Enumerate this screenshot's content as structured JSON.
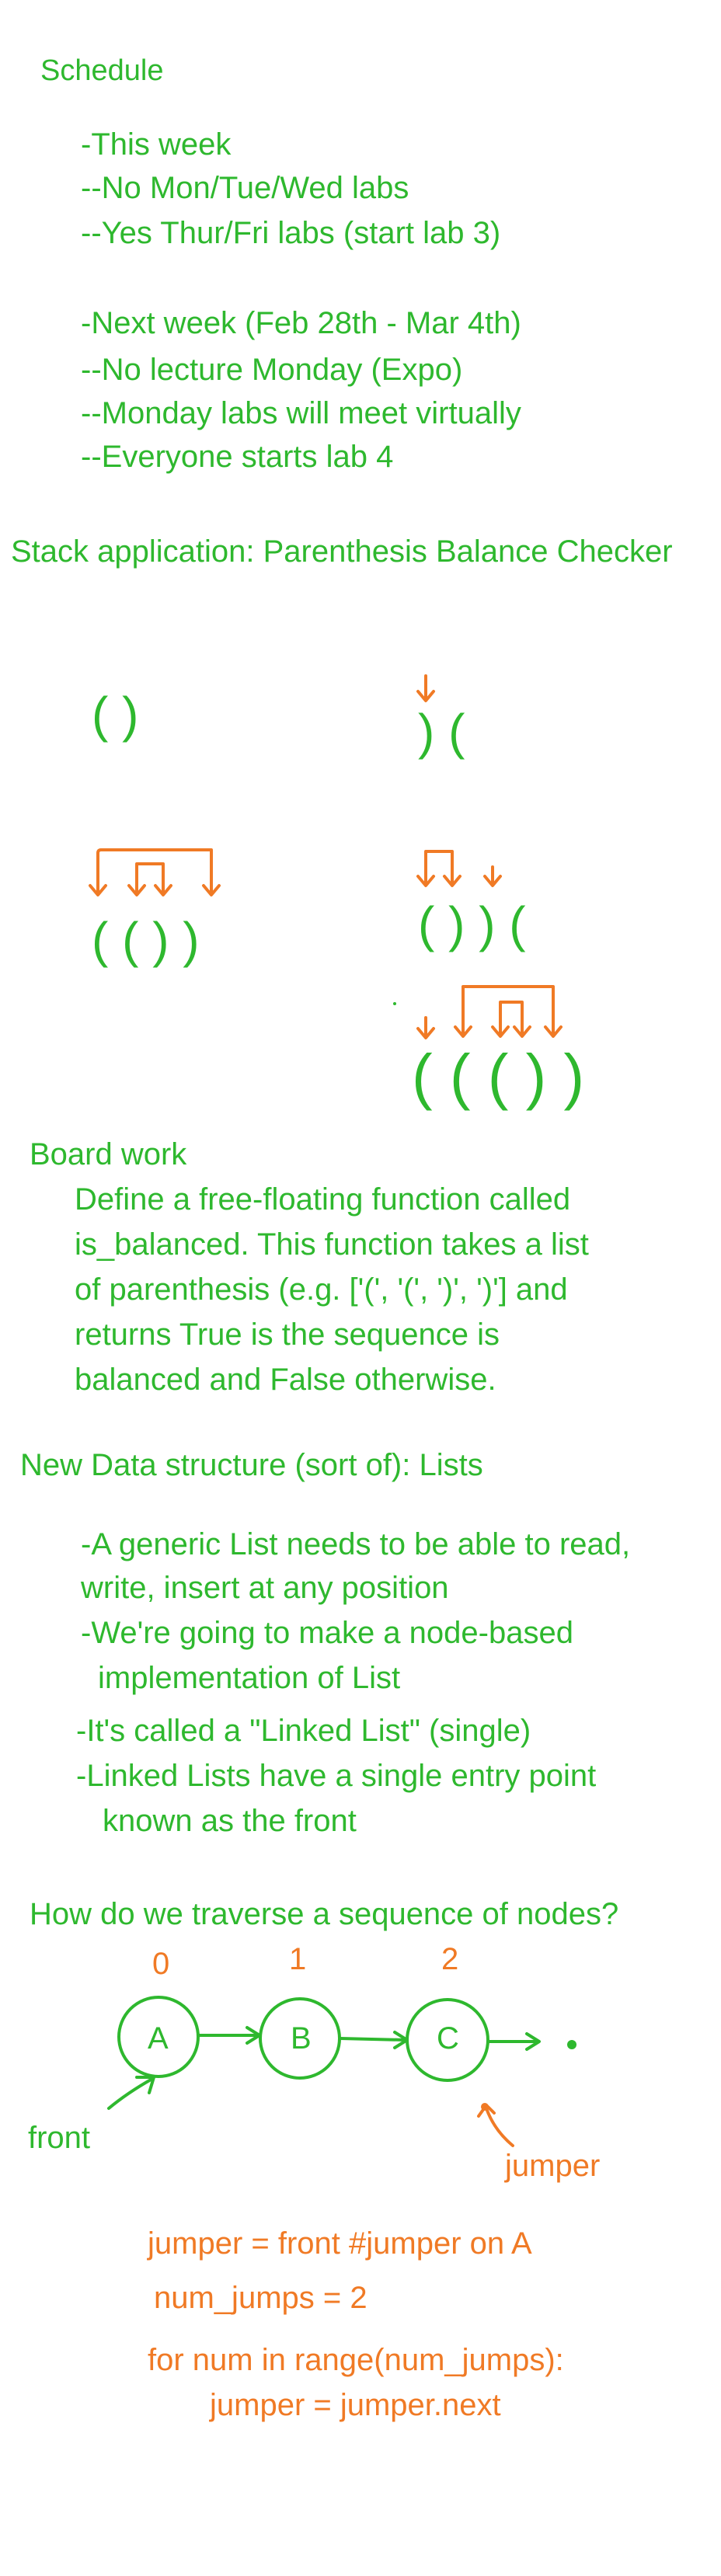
{
  "colors": {
    "green": "#2eb82e",
    "orange": "#f07a25"
  },
  "schedule": {
    "title": "Schedule",
    "this_week": "-This week",
    "no_mon_labs": "--No Mon/Tue/Wed labs",
    "yes_thur_labs": "--Yes Thur/Fri labs (start lab 3)",
    "next_week": "-Next week (Feb 28th - Mar 4th)",
    "no_lecture": "--No lecture Monday (Expo)",
    "monday_virtual": "--Monday labs will meet virtually",
    "lab4": "--Everyone starts lab 4"
  },
  "stack_app": {
    "title": "Stack application: Parenthesis Balance Checker",
    "example1": "( )",
    "example2": ")  (",
    "example3": "( ( ) )",
    "example4": "( ) )  (",
    "example5": "( ( ( ) )"
  },
  "board_work": {
    "title": "Board work",
    "lines": [
      "Define a free-floating function called",
      "is_balanced. This function takes a list",
      "of parenthesis (e.g. ['(', '(', ')', ')'] and",
      "returns True is the sequence is",
      "balanced and False otherwise."
    ]
  },
  "lists": {
    "title": "New Data structure (sort of): Lists",
    "lines": [
      "-A generic List needs to be able to read,",
      "write, insert at any position",
      "-We're going to make a node-based",
      "implementation of List",
      "-It's called a \"Linked List\" (single)",
      "-Linked Lists have a single entry point",
      "known as the front"
    ]
  },
  "traverse": {
    "question": "How do we traverse a sequence of nodes?",
    "indices": [
      "0",
      "1",
      "2"
    ],
    "nodes": [
      "A",
      "B",
      "C"
    ],
    "front_label": "front",
    "jumper_label": "jumper"
  },
  "code": {
    "lines": [
      "jumper = front  #jumper on A",
      "num_jumps = 2",
      "for  num in range(num_jumps):",
      "jumper = jumper.next"
    ]
  }
}
